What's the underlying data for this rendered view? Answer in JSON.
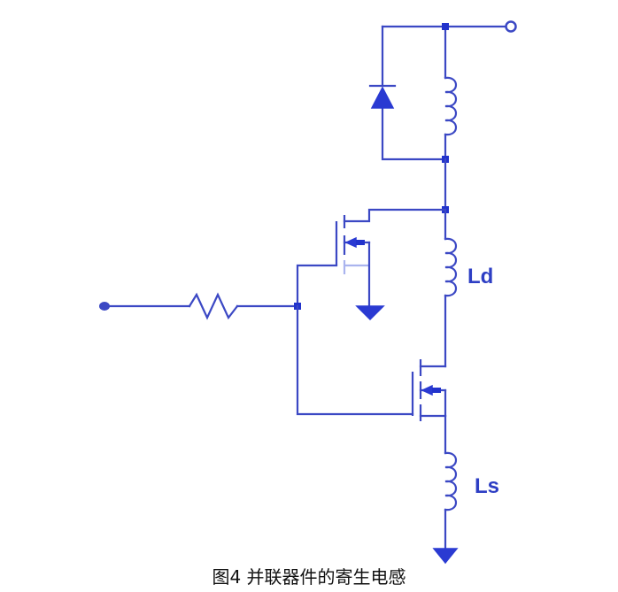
{
  "diagram": {
    "labels": {
      "ld": "Ld",
      "ls": "Ls"
    },
    "caption": "图4 并联器件的寄生电感",
    "colors": {
      "wire": "#3b48c4",
      "node": "#2233cc",
      "label": "#2d3ec4",
      "caption": "#111111"
    },
    "components": {
      "diode": "diode-icon",
      "inductor_top": "inductor-icon",
      "inductor_ld": "inductor-icon",
      "inductor_ls": "inductor-icon",
      "resistor": "resistor-icon",
      "mosfet_upper": "mosfet-icon",
      "mosfet_lower": "mosfet-icon",
      "ground_upper": "ground-icon",
      "ground_lower": "ground-icon"
    }
  }
}
